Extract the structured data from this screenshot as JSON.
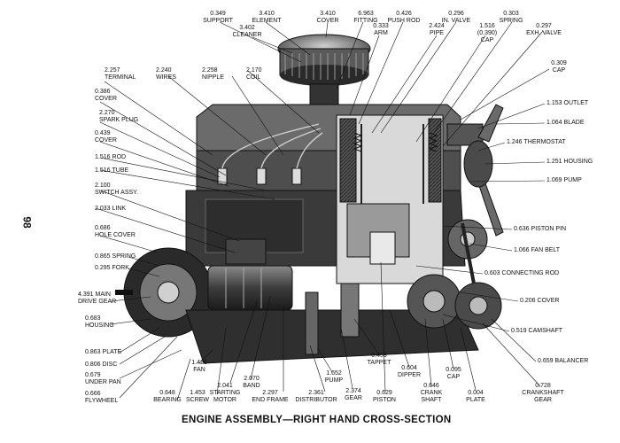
{
  "page_number": "98",
  "caption": "ENGINE ASSEMBLY—RIGHT HAND CROSS-SECTION",
  "colors": {
    "ink": "#111111",
    "paper": "#ffffff"
  },
  "callouts": {
    "support": {
      "value": "0.349",
      "text": "SUPPORT"
    },
    "element": {
      "value": "3.410",
      "text": "ELEMENT"
    },
    "cleaner": {
      "value": "3.402",
      "text": "CLEANER"
    },
    "cover_top": {
      "value": "3.410",
      "text": "COVER"
    },
    "fitting": {
      "value": "6.963",
      "text": "FITTING"
    },
    "arm": {
      "value": "0.333",
      "text": "ARM"
    },
    "push_rod": {
      "value": "0.426",
      "text": "PUSH ROD"
    },
    "pipe": {
      "value": "2.424",
      "text": "PIPE"
    },
    "in_valve": {
      "value": "0.296",
      "text": "IN. VALVE"
    },
    "cap_top": {
      "value": "1.516",
      "extra": "(0.390)",
      "text": "CAP"
    },
    "spring_top": {
      "value": "0.303",
      "text": "SPRING"
    },
    "exh_valve": {
      "value": "0.297",
      "text": "EXH. VALVE"
    },
    "cap_right": {
      "value": "0.309",
      "text": "CAP"
    },
    "terminal": {
      "value": "2.257",
      "text": "TERMINAL"
    },
    "wires": {
      "value": "2.240",
      "text": "WIRES"
    },
    "nipple": {
      "value": "2.258",
      "text": "NIPPLE"
    },
    "coil": {
      "value": "2.170",
      "text": "COIL"
    },
    "cover_left1": {
      "value": "0.386",
      "text": "COVER"
    },
    "spark_plug": {
      "value": "2.270",
      "text": "SPARK PLUG"
    },
    "cover_left2": {
      "value": "0.439",
      "text": "COVER"
    },
    "rod": {
      "value": "1.516",
      "text": "ROD"
    },
    "tube": {
      "value": "1.516",
      "text": "TUBE"
    },
    "switch_assy": {
      "value": "2.100",
      "text": "SWITCH ASSY."
    },
    "link": {
      "value": "2.033",
      "text": "LINK"
    },
    "hole_cover": {
      "value": "0.686",
      "text": "HOLE COVER"
    },
    "spring_left": {
      "value": "0.865",
      "text": "SPRING"
    },
    "fork": {
      "value": "0.295",
      "text": "FORK"
    },
    "main_drive_gear": {
      "value": "4.391",
      "text": "MAIN",
      "text2": "DRIVE GEAR"
    },
    "housing_left": {
      "value": "0.683",
      "text": "HOUSING"
    },
    "plate_left": {
      "value": "0.863",
      "text": "PLATE"
    },
    "disc": {
      "value": "0.806",
      "text": "DISC"
    },
    "under_pan": {
      "value": "0.679",
      "text": "UNDER PAN"
    },
    "flywheel": {
      "value": "0.666",
      "text": "FLYWHEEL"
    },
    "bearing": {
      "value": "0.648",
      "text": "BEARING"
    },
    "fan_bottom": {
      "value": "1.426",
      "text": "FAN"
    },
    "screw": {
      "value": "1.453",
      "text": "SCREW"
    },
    "starting_motor": {
      "value": "2.041",
      "text": "STARTING",
      "text2": "MOTOR"
    },
    "band": {
      "value": "2.070",
      "text": "BAND"
    },
    "end_frame": {
      "value": "2.297",
      "text": "END FRAME"
    },
    "distributor": {
      "value": "2.361",
      "text": "DISTRIBUTOR"
    },
    "pump_bottom": {
      "value": "1.652",
      "text": "PUMP"
    },
    "gear": {
      "value": "2.374",
      "text": "GEAR"
    },
    "tappet": {
      "value": "0.459",
      "text": "TAPPET"
    },
    "piston": {
      "value": "0.629",
      "text": "PISTON"
    },
    "dipper": {
      "value": "0.604",
      "text": "DIPPER"
    },
    "crank_shaft": {
      "value": "0.646",
      "text": "CRANK",
      "text2": "SHAFT"
    },
    "cap_bottom": {
      "value": "0.095",
      "text": "CAP"
    },
    "plate_bottom": {
      "value": "0.004",
      "text": "PLATE"
    },
    "crankshaft_gear": {
      "value": "0.728",
      "text": "CRANKSHAFT",
      "text2": "GEAR"
    },
    "outlet": {
      "value": "1.153",
      "text": "OUTLET"
    },
    "blade": {
      "value": "1.064",
      "text": "BLADE"
    },
    "thermostat": {
      "value": "1.246",
      "text": "THERMOSTAT"
    },
    "housing_right": {
      "value": "1.251",
      "text": "HOUSING"
    },
    "pump_right": {
      "value": "1.069",
      "text": "PUMP"
    },
    "piston_pin": {
      "value": "0.636",
      "text": "PISTON PIN"
    },
    "fan_belt": {
      "value": "1.066",
      "text": "FAN BELT"
    },
    "connecting_rod": {
      "value": "0.603",
      "text": "CONNECTING ROD"
    },
    "cover_right": {
      "value": "0.206",
      "text": "COVER"
    },
    "camshaft": {
      "value": "0.519",
      "text": "CAMSHAFT"
    },
    "balancer": {
      "value": "0.659",
      "text": "BALANCER"
    }
  }
}
